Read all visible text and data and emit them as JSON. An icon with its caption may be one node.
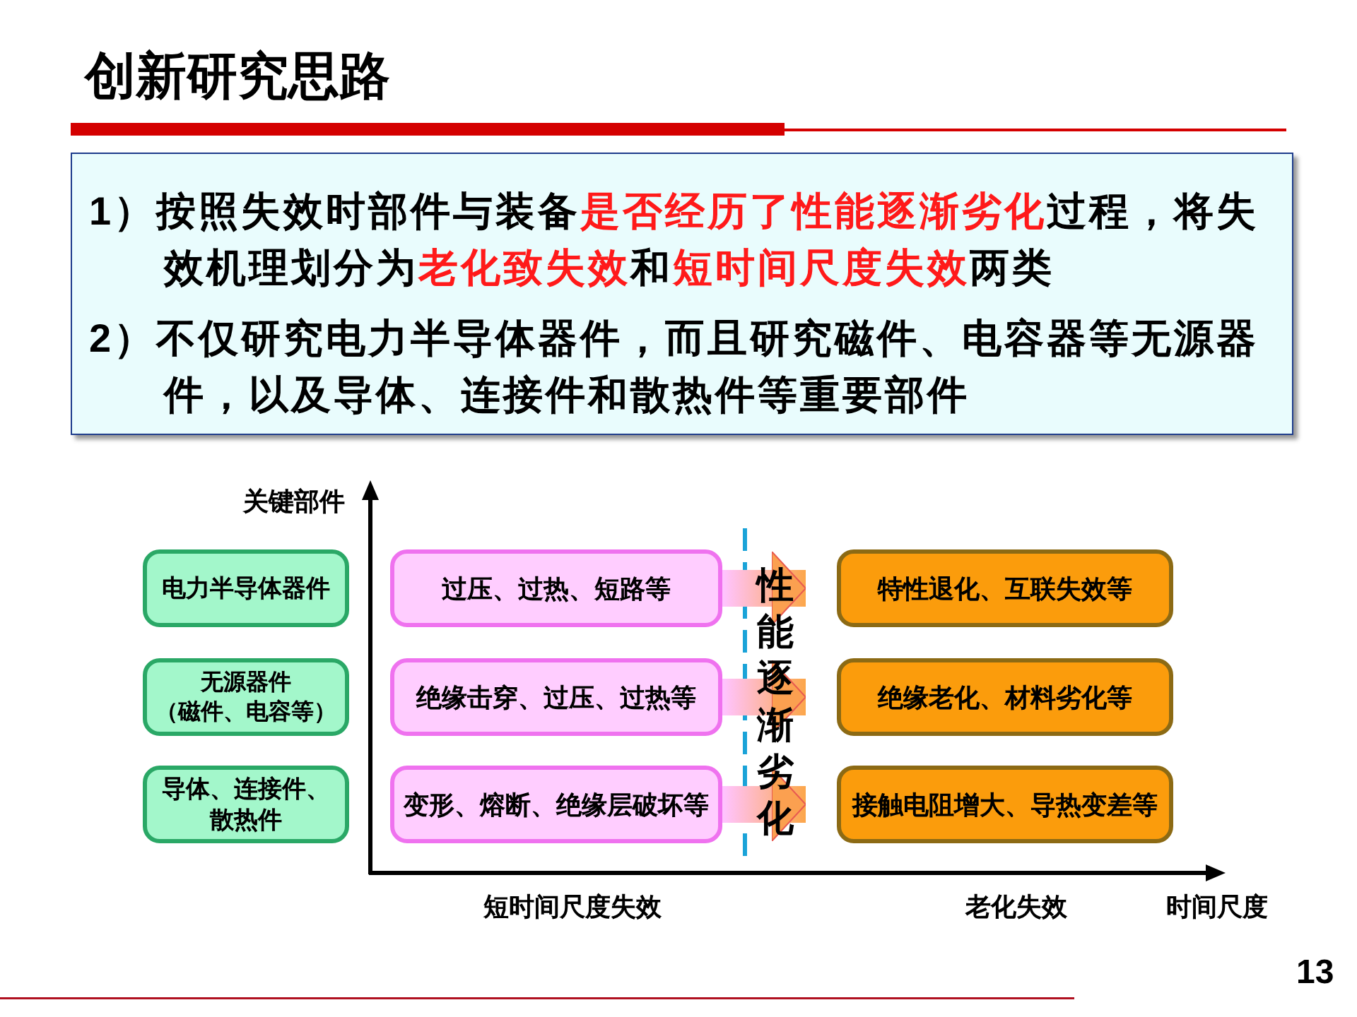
{
  "diagram": {
    "title": "创新研究思路",
    "nodes": [
      {
        "text": [
          "1）按照失效时部件与装备**是否经历了性能逐渐劣化**过程，将失效机理划分为**老化致失效**和**短时间尺度失效**两类",
          "2）不仅研究电力半导体器件，而且研究磁件、电容器等无源器件，以及导体、连接件和散热件等重要部件"
        ]
      },
      {
        "text": [
          "电力半导体器件"
        ]
      },
      {
        "text": [
          "过压、过热、短路等"
        ]
      },
      {
        "text": [
          "特性退化、互联失效等"
        ]
      },
      {
        "text": [
          "无源器件",
          "（磁件、电容等）"
        ]
      },
      {
        "text": [
          "绝缘击穿、过压、过热等"
        ]
      },
      {
        "text": [
          "绝缘老化、材料劣化等"
        ]
      },
      {
        "text": [
          "导体、连接件、散热件"
        ]
      },
      {
        "text": [
          "变形、熔断、绝缘层破坏等"
        ]
      },
      {
        "text": [
          "接触电阻增大、导热变差等"
        ]
      }
    ],
    "edges": [
      {
        "from": 2,
        "to": 3,
        "arrow": "to"
      },
      {
        "from": 5,
        "to": 6,
        "arrow": "to"
      },
      {
        "from": 8,
        "to": 9,
        "arrow": "to"
      }
    ],
    "labels": [
      "关键部件",
      "性能逐渐劣化",
      "短时间尺度失效",
      "老化失效",
      "时间尺度",
      "13"
    ]
  }
}
